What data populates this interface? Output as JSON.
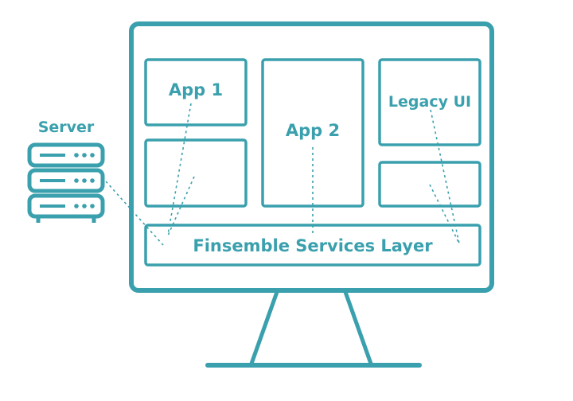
{
  "labels": {
    "server": "Server",
    "app1": "App 1",
    "app2": "App 2",
    "legacy_ui": "Legacy UI",
    "services_layer": "Finsemble Services Layer"
  },
  "colors": {
    "accent": "#3aa0ad",
    "background": "#ffffff"
  }
}
